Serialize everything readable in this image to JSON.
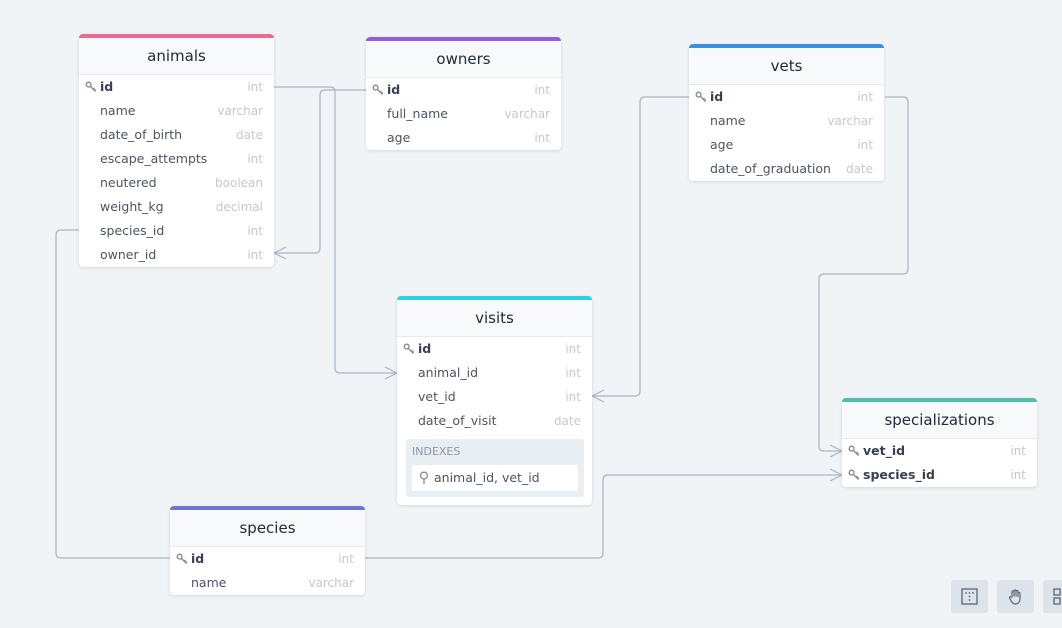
{
  "colors": {
    "animals": "#ec6b93",
    "owners": "#925ddf",
    "vets": "#3b8fdc",
    "visits": "#2fd0e6",
    "specializations": "#4fbfab",
    "species": "#6b77d2"
  },
  "tables": {
    "animals": {
      "name": "animals",
      "fields": [
        {
          "name": "id",
          "type": "int",
          "pk": true
        },
        {
          "name": "name",
          "type": "varchar"
        },
        {
          "name": "date_of_birth",
          "type": "date"
        },
        {
          "name": "escape_attempts",
          "type": "int"
        },
        {
          "name": "neutered",
          "type": "boolean"
        },
        {
          "name": "weight_kg",
          "type": "decimal"
        },
        {
          "name": "species_id",
          "type": "int"
        },
        {
          "name": "owner_id",
          "type": "int"
        }
      ]
    },
    "owners": {
      "name": "owners",
      "fields": [
        {
          "name": "id",
          "type": "int",
          "pk": true
        },
        {
          "name": "full_name",
          "type": "varchar"
        },
        {
          "name": "age",
          "type": "int"
        }
      ]
    },
    "vets": {
      "name": "vets",
      "fields": [
        {
          "name": "id",
          "type": "int",
          "pk": true
        },
        {
          "name": "name",
          "type": "varchar"
        },
        {
          "name": "age",
          "type": "int"
        },
        {
          "name": "date_of_graduation",
          "type": "date"
        }
      ]
    },
    "visits": {
      "name": "visits",
      "fields": [
        {
          "name": "id",
          "type": "int",
          "pk": true
        },
        {
          "name": "animal_id",
          "type": "int"
        },
        {
          "name": "vet_id",
          "type": "int"
        },
        {
          "name": "date_of_visit",
          "type": "date"
        }
      ],
      "indexes_label": "INDEXES",
      "index": "animal_id, vet_id"
    },
    "specializations": {
      "name": "specializations",
      "fields": [
        {
          "name": "vet_id",
          "type": "int",
          "pk": true
        },
        {
          "name": "species_id",
          "type": "int",
          "pk": true
        }
      ]
    },
    "species": {
      "name": "species",
      "fields": [
        {
          "name": "id",
          "type": "int",
          "pk": true
        },
        {
          "name": "name",
          "type": "varchar"
        }
      ]
    }
  },
  "toolbar": [
    "fit-view-icon",
    "pan-hand-icon",
    "layout-icon"
  ]
}
